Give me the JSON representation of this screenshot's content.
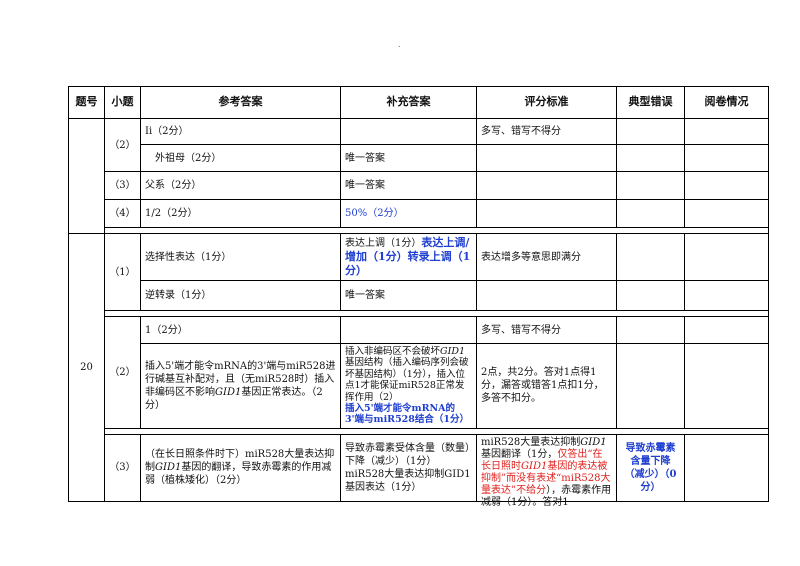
{
  "headers": {
    "h1": "题号",
    "h2": "小题",
    "h3": "参考答案",
    "h4": "补充答案",
    "h5": "评分标准",
    "h6": "典型错误",
    "h7": "阅卷情况"
  },
  "q19": {
    "s2": "（2）",
    "s3": "（3）",
    "s4": "（4）",
    "r1": {
      "ans": "Ii（2分）",
      "std": "多写、错写不得分"
    },
    "r2": {
      "ans": "外祖母（2分）",
      "sup": "唯一答案"
    },
    "r3": {
      "ans": "父系（2分）",
      "sup": "唯一答案"
    },
    "r4": {
      "ans": "1/2（2分）",
      "sup": "50%（2分）"
    }
  },
  "q20": {
    "num": "20",
    "s1": "（1）",
    "s2": "（2）",
    "s3": "（3）",
    "r1": {
      "ans": "选择性表达（1分）",
      "sup_a": "表达上调（1分）",
      "sup_b": "表达上调/增加（1分）转录上调（1分）",
      "std": "表达增多等意思即满分"
    },
    "r2": {
      "ans": "逆转录（1分）",
      "sup": "唯一答案"
    },
    "r3": {
      "ans": "1（2分）",
      "std": "多写、错写不得分"
    },
    "r4": {
      "ans_a": "插入5'端才能令mRNA的3'端与miR528进行碱基互补配对，且（无miR528时）插入非编码区不影响",
      "ans_gene": "GID1",
      "ans_b": "基因正常表达。（2分）",
      "sup_a": "插入非编码区不会破坏",
      "sup_gene": "GID1",
      "sup_b": "基因结构（插入编码序列会破坏基因结构）（1分），插入位点1才能保证miR528正常发挥作用（2）",
      "sup_c": "插入5'端才能令mRNA的3'端与miR528结合（1分）",
      "std": "2点，共2分。答对1点得1分，漏答或错答1点扣1分，多答不扣分。"
    },
    "r5": {
      "ans_a": "（在长日照条件时下）miR528大量表达抑制",
      "ans_gene": "GID1",
      "ans_b": "基因的翻译，导致赤霉素的作用减弱（植株矮化）（2分）",
      "sup": "导致赤霉素受体含量（数量）下降（减少）（1分）miR528大量表达抑制GID1基因表达（1分）",
      "std_a": "miR528大量表达抑制",
      "std_gene": "GID1",
      "std_b": "基因翻译（1分，",
      "std_red_a": "仅答出“在长日照时",
      "std_red_gene": "GID1",
      "std_red_b": "基因的表达被抑制”而没有表述“miR528大量表达”不给分",
      "std_c": "），赤霉素作用减弱（1分）。答对1",
      "err": "导致赤霉素含量下降（减少）（0分）"
    }
  }
}
